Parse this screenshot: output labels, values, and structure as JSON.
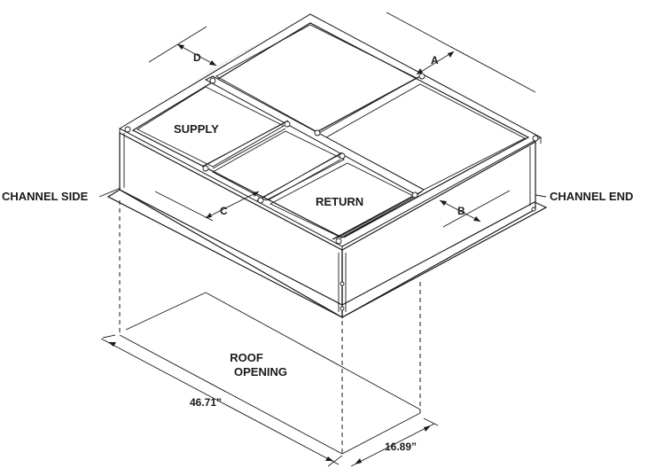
{
  "labels": {
    "supply": "SUPPLY",
    "return": "RETURN",
    "channel_side": "CHANNEL SIDE",
    "channel_end": "CHANNEL END",
    "roof_opening_line1": "ROOF",
    "roof_opening_line2": "OPENING"
  },
  "dimensions": {
    "a": "A",
    "b": "B",
    "c": "C",
    "d": "D",
    "length": "46.71”",
    "width": "16.89”"
  }
}
